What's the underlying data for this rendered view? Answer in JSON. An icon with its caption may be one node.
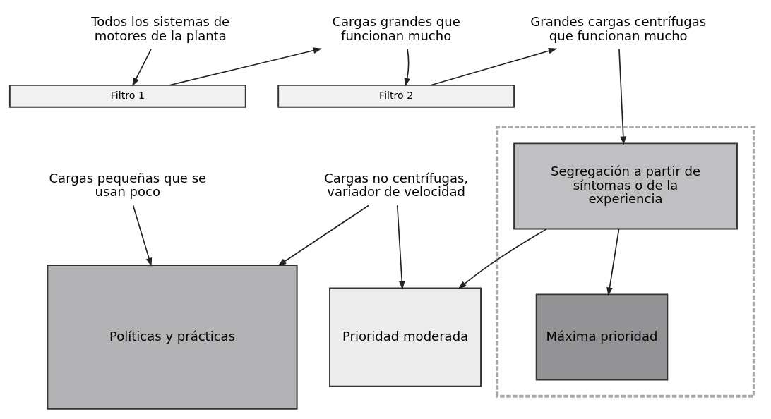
{
  "diagram": {
    "nodes": [
      {
        "text": [
          "Todos los sistemas de motores de la planta"
        ]
      },
      {
        "text": [
          "Cargas grandes que funcionan mucho"
        ]
      },
      {
        "text": [
          "Grandes cargas centrífugas que funcionan mucho"
        ]
      },
      {
        "text": [
          "Filtro 1"
        ]
      },
      {
        "text": [
          "Filtro 2"
        ]
      },
      {
        "text": [],
        "shape": "box"
      },
      {
        "text": [
          "Segregación a partir de síntomas o de la experiencia"
        ],
        "in": 5
      },
      {
        "text": [
          "Cargas pequeñas que se usan poco"
        ]
      },
      {
        "text": [
          "Cargas no centrífugas, variador de velocidad"
        ]
      },
      {
        "text": [
          "Políticas y prácticas"
        ]
      },
      {
        "text": [
          "Prioridad moderada"
        ]
      },
      {
        "text": [
          "Máxima prioridad"
        ],
        "in": 5
      }
    ],
    "edges": [
      {
        "from": 0,
        "to": 3,
        "arrow": "to"
      },
      {
        "from": 3,
        "to": 1,
        "arrow": "to"
      },
      {
        "from": 1,
        "to": 4,
        "arrow": "to"
      },
      {
        "from": 4,
        "to": 2,
        "arrow": "to"
      },
      {
        "from": 2,
        "to": 6,
        "arrow": "to"
      },
      {
        "from": 7,
        "to": 9,
        "arrow": "to"
      },
      {
        "from": 8,
        "to": 9,
        "arrow": "to"
      },
      {
        "from": 8,
        "to": 10,
        "arrow": "to"
      },
      {
        "from": 6,
        "to": 10,
        "arrow": "to"
      },
      {
        "from": 6,
        "to": 11,
        "arrow": "to"
      }
    ]
  }
}
